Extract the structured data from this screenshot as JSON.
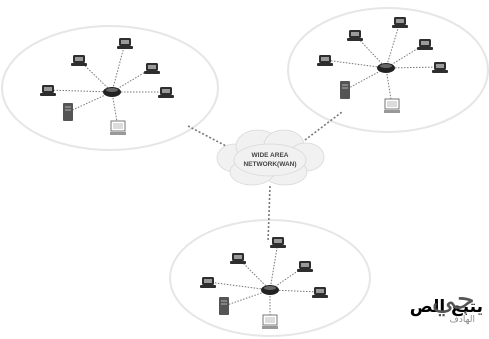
{
  "cloud": {
    "label_line1": "WIDE AREA",
    "label_line2": "NETWORK(WAN)"
  },
  "caption": "يتبع الص",
  "brand": {
    "main": "جي",
    "sub": "الهادف"
  },
  "colors": {
    "ring": "#e6e6e6",
    "cloud_fill": "#f1f1f1",
    "cloud_edge": "#d8d8d8",
    "dash": "#777777",
    "node": "#2e2e2e",
    "hub": "#222222",
    "server": "#555555"
  },
  "icons": {
    "hub": "network-hub-icon",
    "computer": "computer-node-icon",
    "server": "server-tower-icon",
    "monitor": "monitor-icon"
  },
  "networks": [
    {
      "name": "network-left",
      "nodes": [
        "computer",
        "computer",
        "computer",
        "computer",
        "server",
        "monitor"
      ]
    },
    {
      "name": "network-right",
      "nodes": [
        "computer",
        "computer",
        "computer",
        "computer",
        "server",
        "monitor"
      ]
    },
    {
      "name": "network-bottom",
      "nodes": [
        "computer",
        "computer",
        "computer",
        "computer",
        "server",
        "monitor"
      ]
    }
  ]
}
